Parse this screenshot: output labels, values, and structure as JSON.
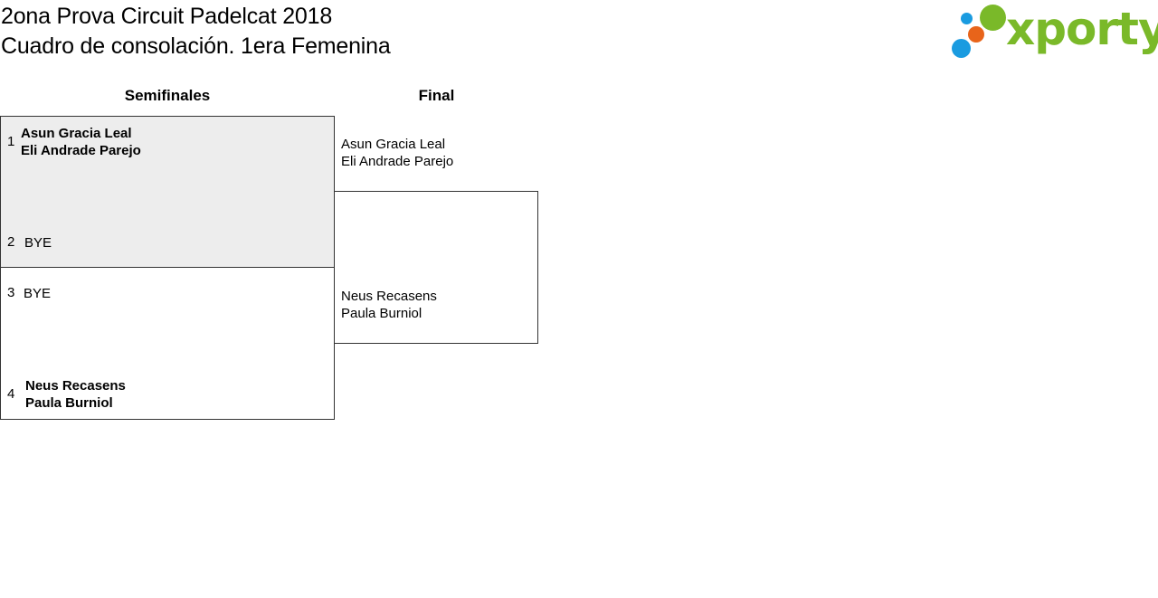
{
  "header": {
    "title_line1": "2ona Prova Circuit Padelcat 2018",
    "title_line2": "Cuadro de consolación. 1era Femenina"
  },
  "logo": {
    "text": "xporty",
    "color_green": "#7ab929",
    "color_blue": "#1a9be0",
    "color_orange": "#e8641a"
  },
  "rounds": {
    "semis_label": "Semifinales",
    "final_label": "Final"
  },
  "semifinals": {
    "match1": {
      "seed1": "1",
      "team1_player1": "Asun Gracia Leal",
      "team1_player2": "Eli Andrade Parejo",
      "seed2": "2",
      "team2": "BYE"
    },
    "match2": {
      "seed1": "3",
      "team1": "BYE",
      "seed2": "4",
      "team2_player1": "Neus Recasens",
      "team2_player2": "Paula Burniol"
    }
  },
  "final": {
    "team1_player1": "Asun Gracia Leal",
    "team1_player2": "Eli Andrade Parejo",
    "team2_player1": "Neus Recasens",
    "team2_player2": "Paula Burniol"
  }
}
